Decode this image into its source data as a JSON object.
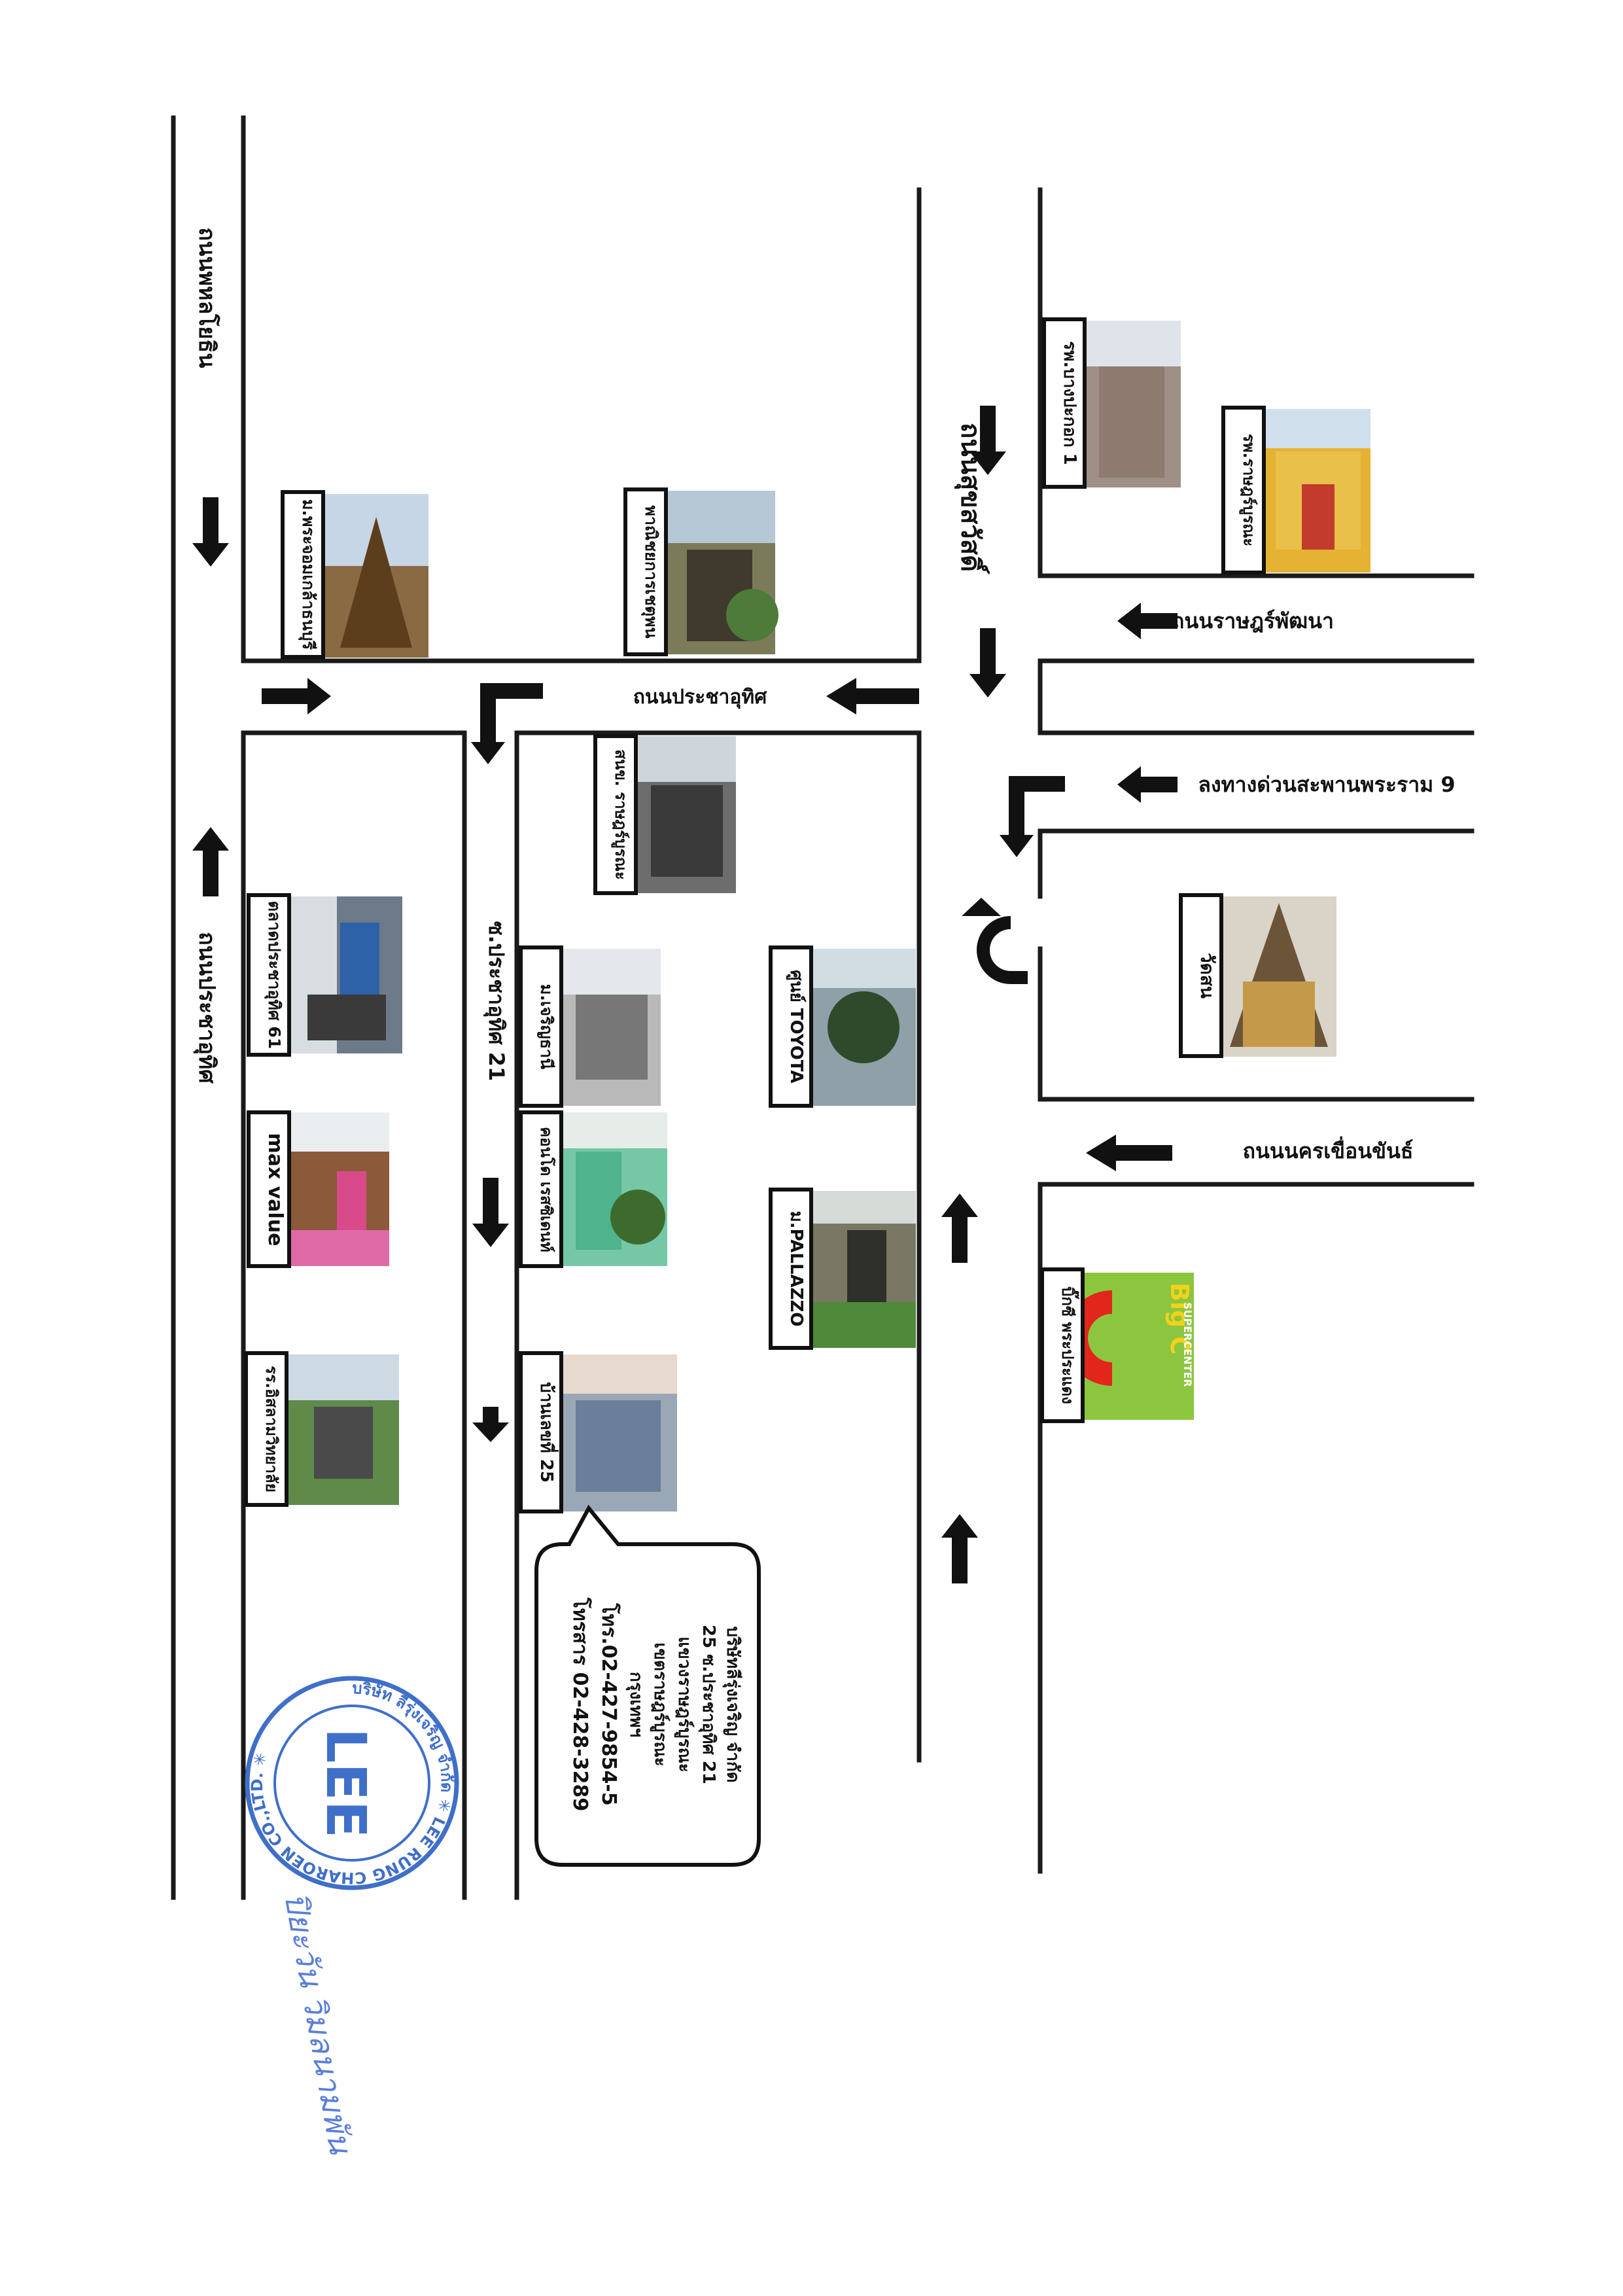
{
  "roads": {
    "phahon": "ถนนพหลโยธิน",
    "pracharat": "ถนนประชาอุทิศ",
    "soi21": "ซ.ประชาอุทิศ 21",
    "pracha_uthit_top": "ถนนประชาอุทิศ",
    "suk_sawat": "ถนนสุขสวัสดิ์",
    "rat_bu_ra": "ถนนราษฎร์พัฒนา",
    "rama9_exit": "ลงทางด่วนสะพานพระราม 9",
    "nakhon": "ถนนนครเขื่อนขันธ์"
  },
  "landmarks": {
    "university": "ม.พระจอมเกล้าธนบุรี",
    "pracha_school": "พาณิชยการเชตุพน",
    "district_office": "สนข. ราษฎร์บูรณะ",
    "market": "ตลาดประชาอุทิศ 61",
    "max_value": "max value",
    "school_islam": "รร.อิสลามวิทยาลัย",
    "village_charoen": "ม.เจริญธานี",
    "toyota": "ศูนย์ TOYOTA",
    "condo": "คอนโด เรสซิเดนท์",
    "pallazzo": "ม.PALLAZZO",
    "house25": "บ้านเลขที่ 25",
    "hosp_bangpakok": "รพ.บางปะกอก 1",
    "hosp_ratburana": "รพ.ราษฎร์บูรณะ",
    "wat": "วัดสน",
    "bigc": "บิ๊กซี พระประแดง",
    "bigc_logo": "Big C",
    "bigc_sub": "SUPERCENTER"
  },
  "address": {
    "line1": "บริษัทลีรุ่งเจริญ จำกัด",
    "line2": "25 ซ.ประชาอุทิศ 21",
    "line3": "แขวงราษฎร์บูรณะ",
    "line4": "เขตราษฎร์บูรณะ",
    "line5": "กรุงเทพฯ",
    "line6": "โทร.02-427-9854-5",
    "line7": "โทรสาร 02-428-3289"
  },
  "stamp": {
    "logo": "LEE",
    "ring": "บริษัท ลีรุ่งเจริญ จำกัด ✳ LEE RUNG CHAROEN CO.,LTD. ✳"
  },
  "signature": "ปิยะวัน วิมลนามพัน"
}
